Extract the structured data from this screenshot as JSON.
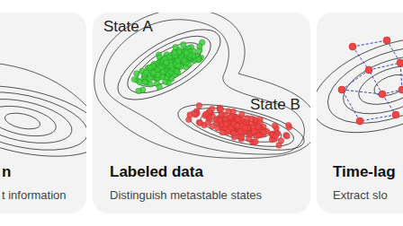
{
  "diagram": {
    "nodes": [
      {
        "text": [
          "n",
          "t information"
        ]
      },
      {
        "text": [
          "Labeled data",
          "Distinguish metastable states"
        ]
      },
      {
        "text": [
          "Time-lag",
          "Extract slo"
        ]
      }
    ],
    "labels": [
      "State A",
      "State B"
    ]
  }
}
